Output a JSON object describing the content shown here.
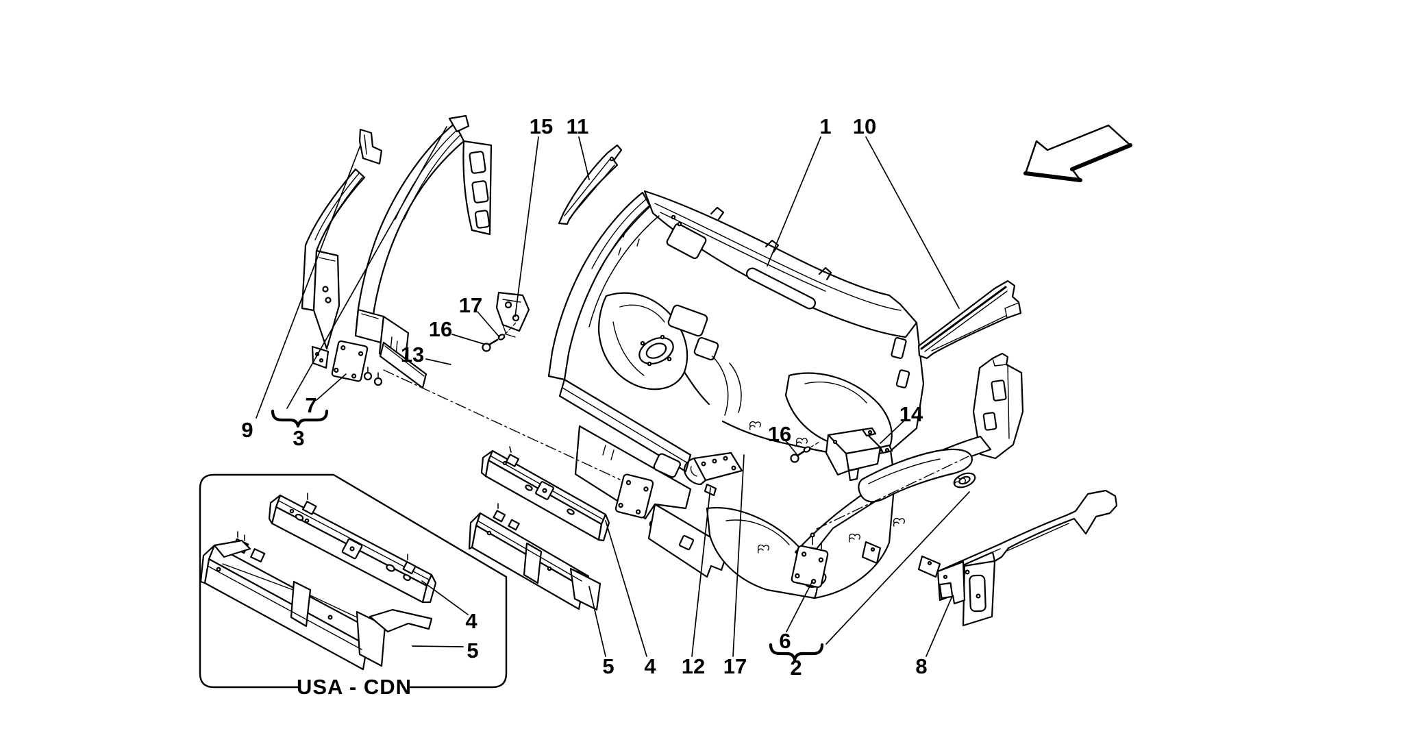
{
  "colors": {
    "background": "#ffffff",
    "line": "#000000"
  },
  "variant_box": {
    "label": "USA - CDN"
  },
  "arrow": {
    "direction": "left"
  },
  "callouts": {
    "c1": "1",
    "c2": "2",
    "c3": "3",
    "c4a": "4",
    "c4b": "4",
    "c5a": "5",
    "c5b": "5",
    "c6": "6",
    "c7": "7",
    "c8": "8",
    "c9": "9",
    "c10": "10",
    "c11": "11",
    "c12": "12",
    "c13": "13",
    "c14": "14",
    "c15": "15",
    "c16a": "16",
    "c16b": "16",
    "c17a": "17",
    "c17b": "17"
  }
}
